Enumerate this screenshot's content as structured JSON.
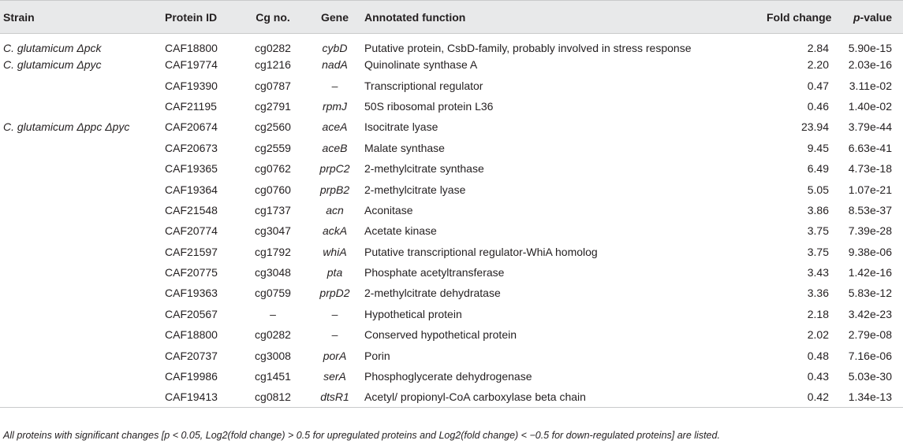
{
  "headers": {
    "strain": "Strain",
    "protein_id": "Protein ID",
    "cg_no": "Cg no.",
    "gene": "Gene",
    "function": "Annotated function",
    "fold_change": "Fold change",
    "p_value_p": "p",
    "p_value_rest": "-value"
  },
  "rows": [
    {
      "strain_genus": "C. glutamicum",
      "strain_mut": "Δpck",
      "protein_id": "CAF18800",
      "cg": "cg0282",
      "gene": "cybD",
      "function": "Putative protein, CsbD-family, probably involved in stress response",
      "fold": "2.84",
      "p": "5.90e-15"
    },
    {
      "strain_genus": "C. glutamicum",
      "strain_mut": "Δpyc",
      "protein_id": "CAF19774",
      "cg": "cg1216",
      "gene": "nadA",
      "function": "Quinolinate synthase A",
      "fold": "2.20",
      "p": "2.03e-16"
    },
    {
      "strain_genus": "",
      "strain_mut": "",
      "protein_id": "CAF19390",
      "cg": "cg0787",
      "gene": "–",
      "function": "Transcriptional regulator",
      "fold": "0.47",
      "p": "3.11e-02"
    },
    {
      "strain_genus": "",
      "strain_mut": "",
      "protein_id": "CAF21195",
      "cg": "cg2791",
      "gene": "rpmJ",
      "function": "50S ribosomal protein L36",
      "fold": "0.46",
      "p": "1.40e-02"
    },
    {
      "strain_genus": "C. glutamicum",
      "strain_mut": "Δppc Δpyc",
      "protein_id": "CAF20674",
      "cg": "cg2560",
      "gene": "aceA",
      "function": "Isocitrate lyase",
      "fold": "23.94",
      "p": "3.79e-44"
    },
    {
      "strain_genus": "",
      "strain_mut": "",
      "protein_id": "CAF20673",
      "cg": "cg2559",
      "gene": "aceB",
      "function": "Malate synthase",
      "fold": "9.45",
      "p": "6.63e-41"
    },
    {
      "strain_genus": "",
      "strain_mut": "",
      "protein_id": "CAF19365",
      "cg": "cg0762",
      "gene": "prpC2",
      "function": "2-methylcitrate synthase",
      "fold": "6.49",
      "p": "4.73e-18"
    },
    {
      "strain_genus": "",
      "strain_mut": "",
      "protein_id": "CAF19364",
      "cg": "cg0760",
      "gene": "prpB2",
      "function": "2-methylcitrate lyase",
      "fold": "5.05",
      "p": "1.07e-21"
    },
    {
      "strain_genus": "",
      "strain_mut": "",
      "protein_id": "CAF21548",
      "cg": "cg1737",
      "gene": "acn",
      "function": "Aconitase",
      "fold": "3.86",
      "p": "8.53e-37"
    },
    {
      "strain_genus": "",
      "strain_mut": "",
      "protein_id": "CAF20774",
      "cg": "cg3047",
      "gene": "ackA",
      "function": "Acetate kinase",
      "fold": "3.75",
      "p": "7.39e-28"
    },
    {
      "strain_genus": "",
      "strain_mut": "",
      "protein_id": "CAF21597",
      "cg": "cg1792",
      "gene": "whiA",
      "function": "Putative transcriptional regulator-WhiA homolog",
      "fold": "3.75",
      "p": "9.38e-06"
    },
    {
      "strain_genus": "",
      "strain_mut": "",
      "protein_id": "CAF20775",
      "cg": "cg3048",
      "gene": "pta",
      "function": "Phosphate acetyltransferase",
      "fold": "3.43",
      "p": "1.42e-16"
    },
    {
      "strain_genus": "",
      "strain_mut": "",
      "protein_id": "CAF19363",
      "cg": "cg0759",
      "gene": "prpD2",
      "function": "2-methylcitrate dehydratase",
      "fold": "3.36",
      "p": "5.83e-12"
    },
    {
      "strain_genus": "",
      "strain_mut": "",
      "protein_id": "CAF20567",
      "cg": "–",
      "gene": "–",
      "function": "Hypothetical protein",
      "fold": "2.18",
      "p": "3.42e-23"
    },
    {
      "strain_genus": "",
      "strain_mut": "",
      "protein_id": "CAF18800",
      "cg": "cg0282",
      "gene": "–",
      "function": "Conserved hypothetical protein",
      "fold": "2.02",
      "p": "2.79e-08"
    },
    {
      "strain_genus": "",
      "strain_mut": "",
      "protein_id": "CAF20737",
      "cg": "cg3008",
      "gene": "porA",
      "function": "Porin",
      "fold": "0.48",
      "p": "7.16e-06"
    },
    {
      "strain_genus": "",
      "strain_mut": "",
      "protein_id": "CAF19986",
      "cg": "cg1451",
      "gene": "serA",
      "function": "Phosphoglycerate dehydrogenase",
      "fold": "0.43",
      "p": "5.03e-30"
    },
    {
      "strain_genus": "",
      "strain_mut": "",
      "protein_id": "CAF19413",
      "cg": "cg0812",
      "gene": "dtsR1",
      "function": "Acetyl/ propionyl-CoA carboxylase beta chain",
      "fold": "0.42",
      "p": "1.34e-13"
    }
  ],
  "footnote": "All proteins with significant changes [p < 0.05, Log2(fold change) > 0.5 for upregulated proteins and Log2(fold change) < −0.5 for down-regulated proteins] are listed."
}
